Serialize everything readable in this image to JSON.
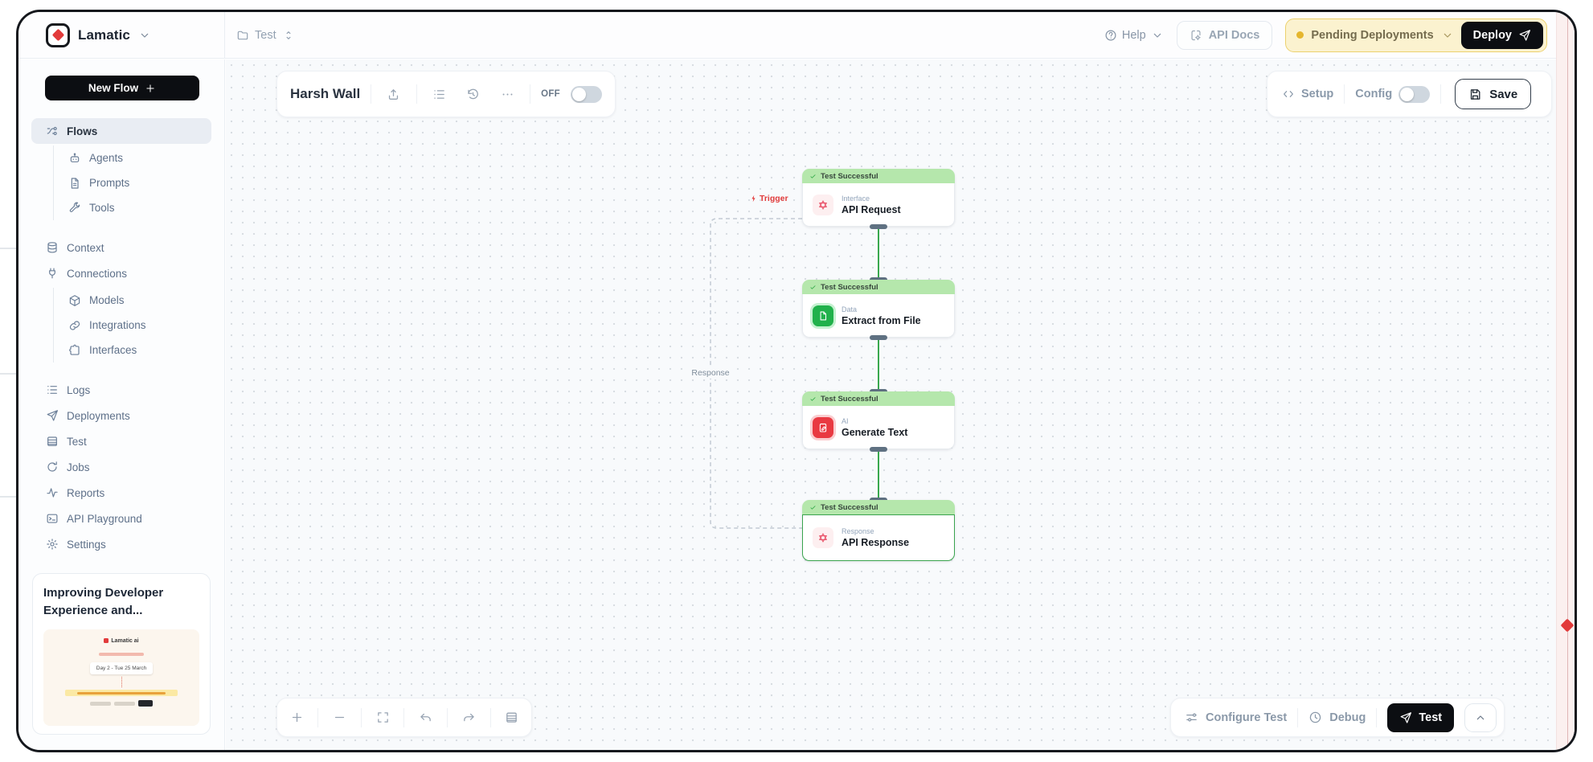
{
  "brand": {
    "name": "Lamatic"
  },
  "topbar": {
    "breadcrumb": "Test",
    "help_label": "Help",
    "api_docs_label": "API Docs",
    "pending_label": "Pending Deployments",
    "deploy_label": "Deploy"
  },
  "sidebar": {
    "new_flow_label": "New Flow",
    "items": [
      {
        "label": "Flows",
        "icon": "flow",
        "level": 0,
        "active": true
      },
      {
        "label": "Agents",
        "icon": "robot",
        "level": 1
      },
      {
        "label": "Prompts",
        "icon": "document",
        "level": 1
      },
      {
        "label": "Tools",
        "icon": "wrench",
        "level": 1
      },
      {
        "label": "Context",
        "icon": "database",
        "level": 0,
        "group_start": true
      },
      {
        "label": "Connections",
        "icon": "plug",
        "level": 0
      },
      {
        "label": "Models",
        "icon": "cube",
        "level": 1
      },
      {
        "label": "Integrations",
        "icon": "integration",
        "level": 1
      },
      {
        "label": "Interfaces",
        "icon": "interface",
        "level": 1
      },
      {
        "label": "Logs",
        "icon": "logs",
        "level": 0,
        "group_start": true
      },
      {
        "label": "Deployments",
        "icon": "paper-plane",
        "level": 0
      },
      {
        "label": "Test",
        "icon": "table",
        "level": 0
      },
      {
        "label": "Jobs",
        "icon": "jobs",
        "level": 0
      },
      {
        "label": "Reports",
        "icon": "pulse",
        "level": 0
      },
      {
        "label": "API Playground",
        "icon": "terminal",
        "level": 0
      },
      {
        "label": "Settings",
        "icon": "gear",
        "level": 0
      }
    ],
    "promo": {
      "title": "Improving Developer Experience and...",
      "thumb_brand": "Lamatic ai",
      "thumb_date": "Day 2 - Tue 25 March"
    }
  },
  "flow_header": {
    "title": "Harsh Wall",
    "off_label": "OFF",
    "setup_label": "Setup",
    "config_label": "Config",
    "save_label": "Save"
  },
  "canvas": {
    "trigger_label": "Trigger",
    "response_label": "Response",
    "nodes": [
      {
        "status": "Test Successful",
        "category": "Interface",
        "name": "API Request",
        "icon": "hexstar",
        "tile_bg": "#fdeff0",
        "tile_color": "#e9556b",
        "glow": "none",
        "selected": false
      },
      {
        "status": "Test Successful",
        "category": "Data",
        "name": "Extract from File",
        "icon": "file",
        "tile_bg": "#21b14b",
        "tile_color": "#ffffff",
        "glow": "0 0 0 3px rgba(46,204,86,.28)",
        "selected": false
      },
      {
        "status": "Test Successful",
        "category": "AI",
        "name": "Generate Text",
        "icon": "edit",
        "tile_bg": "#e93a42",
        "tile_color": "#ffffff",
        "glow": "0 0 0 3px rgba(234,61,69,.25)",
        "selected": false
      },
      {
        "status": "Test Successful",
        "category": "Response",
        "name": "API Response",
        "icon": "hexstar",
        "tile_bg": "#fdeff0",
        "tile_color": "#e9556b",
        "glow": "none",
        "selected": true
      }
    ]
  },
  "bottom_toolbar": {
    "configure_test_label": "Configure Test",
    "debug_label": "Debug",
    "test_label": "Test"
  },
  "colors": {
    "accent_green": "#39a84e",
    "badge_green_bg": "#b5e7ac",
    "pending_yellow_bg": "#fbf2cf",
    "pending_yellow_border": "#ecd16e",
    "pending_dot": "#e5b62e",
    "danger_red": "#e23a3a",
    "button_black": "#0c0e12"
  }
}
